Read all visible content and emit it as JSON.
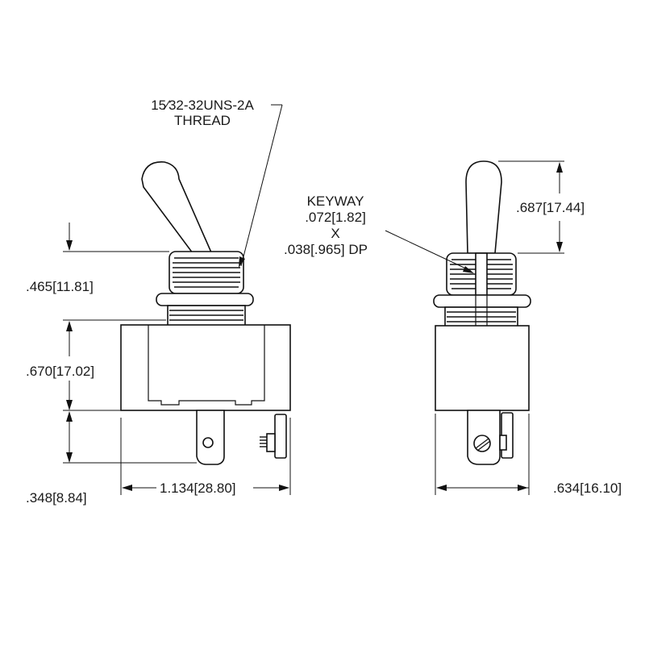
{
  "labels": {
    "thread_spec": "15⁄32-32UNS-2A",
    "thread_word": "THREAD",
    "keyway_title": "KEYWAY",
    "keyway_width": ".072[1.82]",
    "keyway_x": "X",
    "keyway_depth": ".038[.965] DP",
    "dim_toggle_height": ".687[17.44]",
    "dim_bushing": ".465[11.81]",
    "dim_body_height": ".670[17.02]",
    "dim_terminal": ".348[8.84]",
    "dim_width": "1.134[28.80]",
    "dim_depth": ".634[16.10]"
  },
  "colors": {
    "line": "#111111",
    "background": "#ffffff"
  }
}
